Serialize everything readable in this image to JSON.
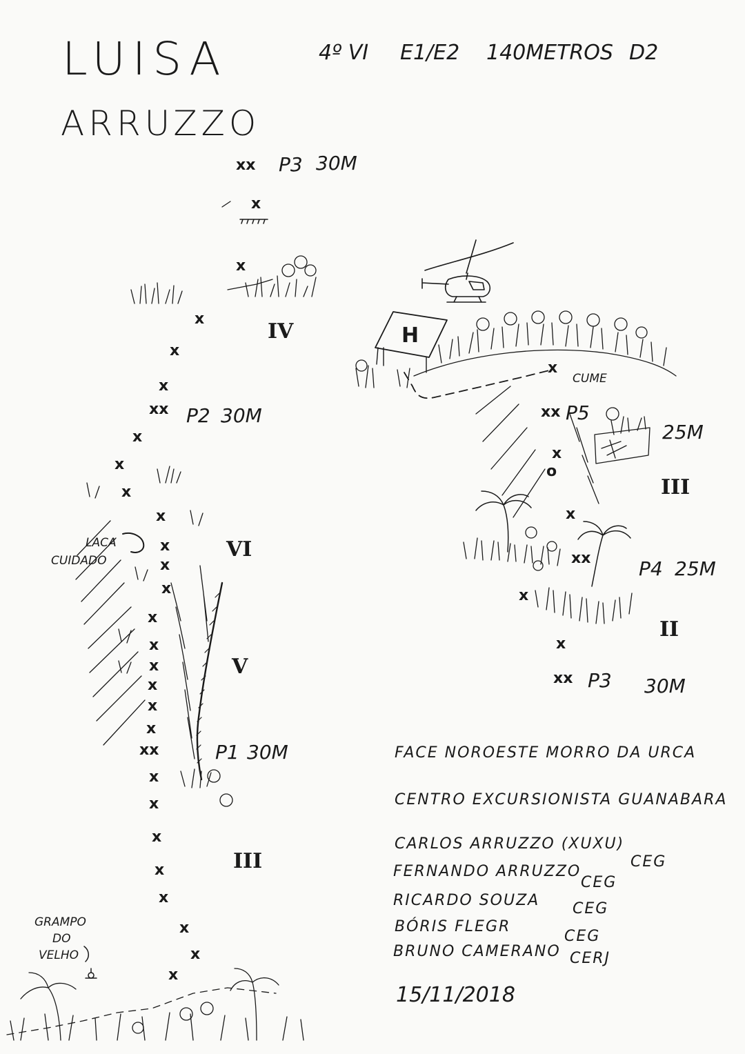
{
  "title": {
    "line1": "LUISA",
    "line2": "ARRUZZO"
  },
  "header": {
    "grade": "4º VI",
    "exposure": "E1/E2",
    "length": "140METROS",
    "duration": "D2"
  },
  "anchors": {
    "bolt": "x",
    "double_bolt": "xx",
    "hole": "o"
  },
  "left_route": {
    "belays": [
      {
        "name": "P3",
        "length": "30M"
      },
      {
        "name": "P2",
        "length": "30M"
      },
      {
        "name": "P1",
        "length": "30M"
      }
    ],
    "pitch_grades": [
      "IV",
      "VI",
      "V",
      "III"
    ],
    "notes": {
      "laca": "LACA",
      "cuidado": "CUIDADO"
    },
    "start": {
      "line1": "GRAMPO",
      "line2": "DO",
      "line3": "VELHO"
    }
  },
  "right_route": {
    "summit": "CUME",
    "helipad": "H",
    "belays": [
      {
        "name": "P5",
        "length": "25M"
      },
      {
        "name": "P4",
        "length": "25M"
      },
      {
        "name": "P3",
        "length": "30M"
      }
    ],
    "pitch_grades": [
      "III",
      "II"
    ]
  },
  "info": {
    "face": "FACE NOROESTE MORRO DA URCA",
    "club": "CENTRO EXCURSIONISTA GUANABARA",
    "climbers": [
      {
        "name": "CARLOS ARRUZZO (XUXU)",
        "club": "CEG"
      },
      {
        "name": "FERNANDO ARRUZZO",
        "club": "CEG"
      },
      {
        "name": "RICARDO SOUZA",
        "club": "CEG"
      },
      {
        "name": "BÓRIS FLEGR",
        "club": "CEG"
      },
      {
        "name": "BRUNO CAMERANO",
        "club": "CERJ"
      }
    ],
    "date": "15/11/2018"
  }
}
